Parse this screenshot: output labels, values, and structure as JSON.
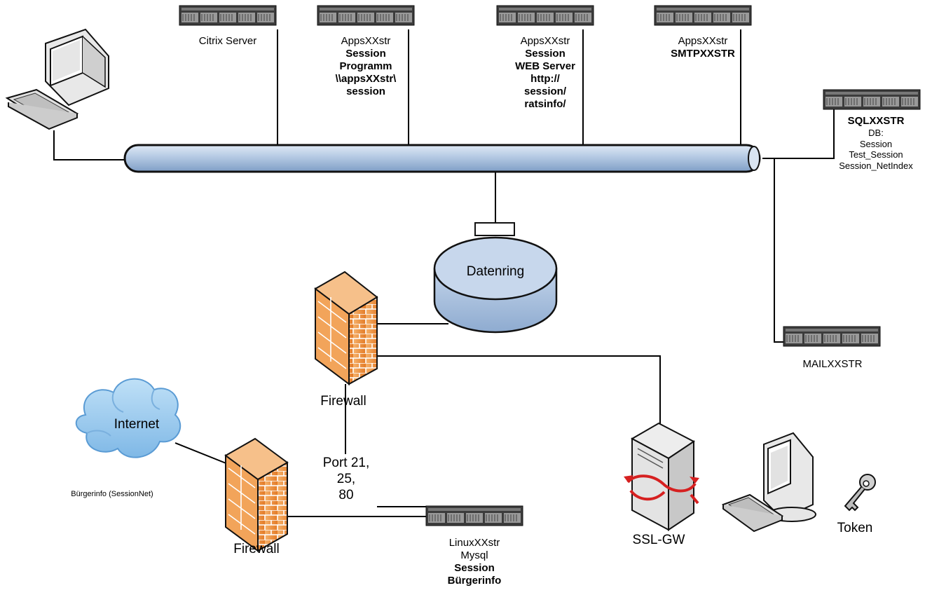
{
  "labels": {
    "citrix": "Citrix Server",
    "apps1": [
      "AppsXXstr",
      "Session",
      "Programm",
      "\\\\appsXXstr\\",
      "session"
    ],
    "apps2": [
      "AppsXXstr",
      "Session",
      "WEB Server",
      "http://",
      "session/",
      "ratsinfo/"
    ],
    "apps3": [
      "AppsXXstr",
      "SMTPXXSTR"
    ],
    "sql": [
      "SQLXXSTR",
      "DB:",
      "Session",
      "Test_Session",
      "Session_NetIndex"
    ],
    "datenring": "Datenring",
    "mail": "MAILXXSTR",
    "firewall_top": "Firewall",
    "firewall_bottom": "Firewall",
    "internet": "Internet",
    "buergerinfo": "Bürgerinfo (SessionNet)",
    "ports": [
      "Port 21,",
      "25,",
      "80"
    ],
    "linux": [
      "LinuxXXstr",
      "Mysql",
      "Session",
      "Bürgerinfo"
    ],
    "sslgw": "SSL-GW",
    "token": "Token"
  }
}
